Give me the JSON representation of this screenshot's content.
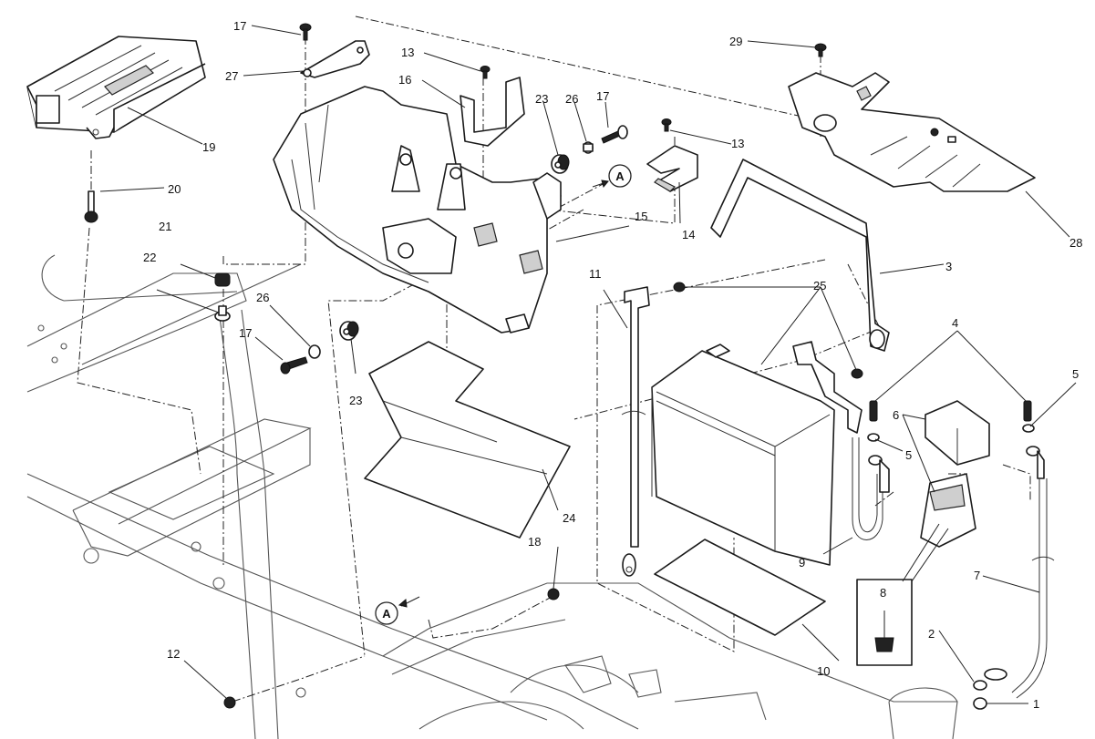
{
  "diagram": {
    "type": "exploded-parts-diagram",
    "subject": "battery holder assembly",
    "reference_marker": "A",
    "callouts": [
      {
        "id": "c1",
        "label": "1",
        "part": "nut"
      },
      {
        "id": "c2",
        "label": "2",
        "part": "washer"
      },
      {
        "id": "c3",
        "label": "3",
        "part": "battery strap"
      },
      {
        "id": "c4a",
        "label": "4",
        "part": "screw"
      },
      {
        "id": "c5a",
        "label": "5",
        "part": "washer"
      },
      {
        "id": "c5b",
        "label": "5",
        "part": "washer"
      },
      {
        "id": "c6",
        "label": "6",
        "part": "solenoid / relay with cover"
      },
      {
        "id": "c7",
        "label": "7",
        "part": "cable"
      },
      {
        "id": "c8",
        "label": "8",
        "part": "fuse"
      },
      {
        "id": "c9",
        "label": "9",
        "part": "cable"
      },
      {
        "id": "c10",
        "label": "10",
        "part": "battery pad"
      },
      {
        "id": "c11",
        "label": "11",
        "part": "ground cable"
      },
      {
        "id": "c12",
        "label": "12",
        "part": "nut"
      },
      {
        "id": "c13a",
        "label": "13",
        "part": "screw"
      },
      {
        "id": "c13b",
        "label": "13",
        "part": "screw"
      },
      {
        "id": "c14",
        "label": "14",
        "part": "clip bracket"
      },
      {
        "id": "c15",
        "label": "15",
        "part": "battery holder"
      },
      {
        "id": "c16",
        "label": "16",
        "part": "bracket"
      },
      {
        "id": "c17a",
        "label": "17",
        "part": "screw"
      },
      {
        "id": "c17b",
        "label": "17",
        "part": "screw"
      },
      {
        "id": "c17c",
        "label": "17",
        "part": "screw"
      },
      {
        "id": "c18",
        "label": "18",
        "part": "nut"
      },
      {
        "id": "c19",
        "label": "19",
        "part": "control unit"
      },
      {
        "id": "c20",
        "label": "20",
        "part": "stud"
      },
      {
        "id": "c21",
        "label": "21",
        "part": "rubber grommet"
      },
      {
        "id": "c22",
        "label": "22",
        "part": "spacer"
      },
      {
        "id": "c23a",
        "label": "23",
        "part": "rubber grommet"
      },
      {
        "id": "c23b",
        "label": "23",
        "part": "rubber grommet"
      },
      {
        "id": "c24",
        "label": "24",
        "part": "heat shield"
      },
      {
        "id": "c25",
        "label": "25",
        "part": "screw"
      },
      {
        "id": "c26a",
        "label": "26",
        "part": "spacer"
      },
      {
        "id": "c26b",
        "label": "26",
        "part": "spacer"
      },
      {
        "id": "c27",
        "label": "27",
        "part": "bracket"
      },
      {
        "id": "c28",
        "label": "28",
        "part": "cover"
      },
      {
        "id": "c29",
        "label": "29",
        "part": "screw"
      }
    ]
  }
}
